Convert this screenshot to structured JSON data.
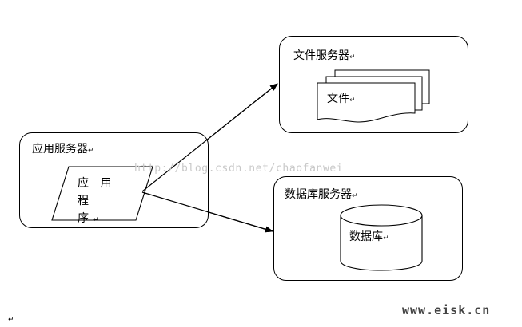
{
  "app_server": {
    "title": "应用服务器",
    "mark": "↵"
  },
  "app_program": {
    "label_line1": "应 用 程",
    "label_line2": "序",
    "mark": "↵"
  },
  "file_server": {
    "title": "文件服务器",
    "mark": "↵"
  },
  "files": {
    "label": "文件",
    "mark": "↵"
  },
  "db_server": {
    "title": "数据库服务器",
    "mark": "↵"
  },
  "database": {
    "label": "数据库",
    "mark": "↵"
  },
  "watermark": "http://blog.csdn.net/chaofanwei",
  "site_mark": "www.eisk.cn",
  "stray_mark": "↵"
}
